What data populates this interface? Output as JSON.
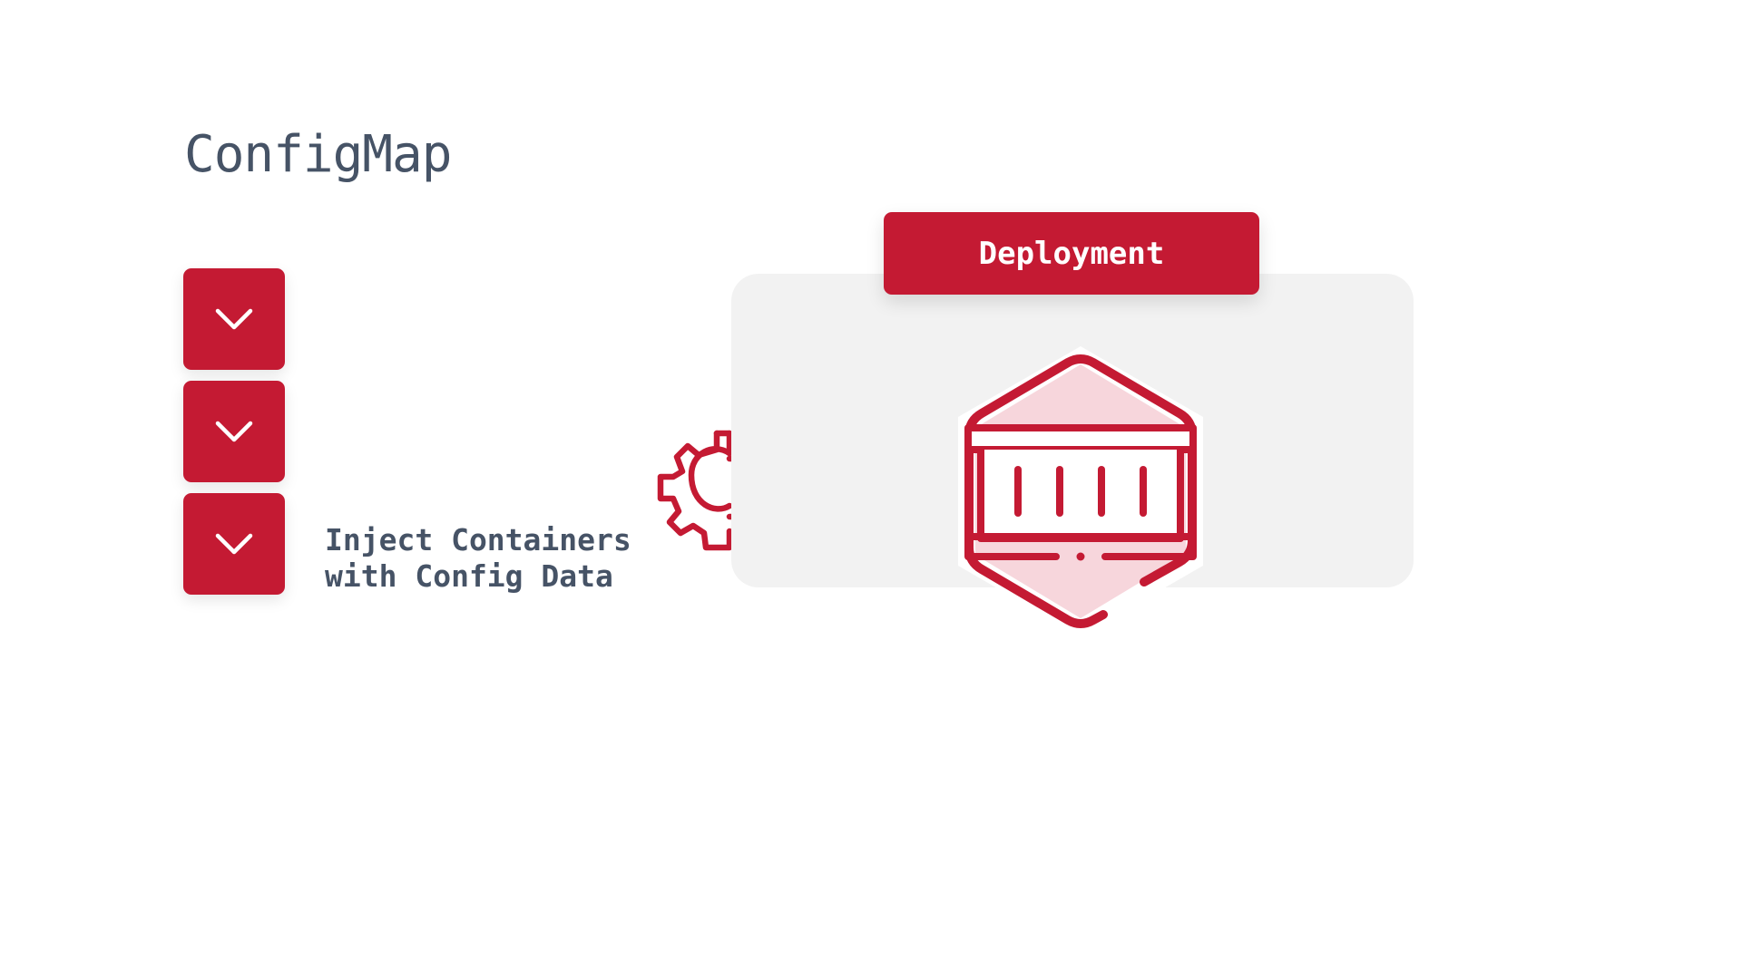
{
  "title": "ConfigMap",
  "configmap_items": [
    {
      "icon": "chevron-down-icon"
    },
    {
      "icon": "chevron-down-icon"
    },
    {
      "icon": "chevron-down-icon"
    }
  ],
  "inject_label": {
    "line1": "Inject Containers",
    "line2": "with Config Data"
  },
  "deployment": {
    "label": "Deployment",
    "icon": "container-hexagon-icon"
  },
  "inject_icon": "gear-circuit-icon",
  "colors": {
    "accent": "#c41a33",
    "text": "#465366",
    "panel": "#f2f2f2",
    "hex_fill": "#f7d6dc"
  }
}
